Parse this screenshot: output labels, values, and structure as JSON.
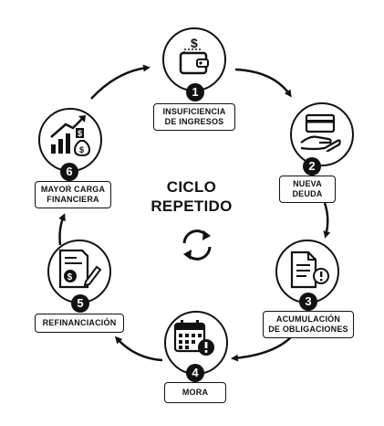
{
  "center": {
    "line1": "CICLO",
    "line2": "REPETIDO",
    "icon": "refresh-cycle-icon"
  },
  "steps": [
    {
      "number": "1",
      "line1": "INSUFICIENCIA",
      "line2": "DE INGRESOS",
      "icon": "wallet-dollar-icon"
    },
    {
      "number": "2",
      "line1": "NUEVA",
      "line2": "DEUDA",
      "icon": "hand-card-icon"
    },
    {
      "number": "3",
      "line1": "ACUMULACIÓN",
      "line2": "DE OBLIGACIONES",
      "icon": "documents-alert-icon"
    },
    {
      "number": "4",
      "line1": "MORA",
      "line2": "",
      "icon": "calendar-alert-icon"
    },
    {
      "number": "5",
      "line1": "REFINANCIACIÓN",
      "line2": "",
      "icon": "contract-pen-icon"
    },
    {
      "number": "6",
      "line1": "MAYOR CARGA",
      "line2": "FINANCIERA",
      "icon": "growth-chart-money-icon"
    }
  ],
  "colors": {
    "ink": "#111111",
    "background": "#ffffff"
  }
}
